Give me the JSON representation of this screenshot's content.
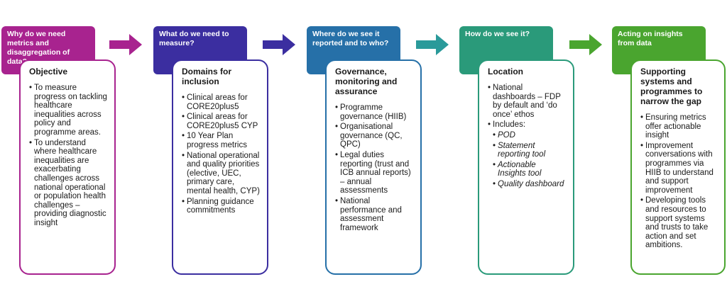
{
  "colors": {
    "c1": "#a8238f",
    "c2": "#3b2ea0",
    "c3": "#2670a8",
    "c4": "#2a9a7a",
    "c5": "#4aa52f"
  },
  "columns": [
    {
      "header": "Why do we need metrics and disaggregation of data?",
      "title": "Objective",
      "items": [
        {
          "text": "To measure progress on tackling healthcare inequalities across policy and programme areas."
        },
        {
          "text": "To understand where healthcare inequalities are exacerbating challenges across national operational or population health challenges – providing diagnostic insight"
        }
      ]
    },
    {
      "header": "What do we need to measure?",
      "title": "Domains for inclusion",
      "items": [
        {
          "text": "Clinical areas for CORE20plus5"
        },
        {
          "text": "Clinical areas for CORE20plus5 CYP"
        },
        {
          "text": "10 Year Plan progress metrics"
        },
        {
          "text": "National operational and quality priorities (elective, UEC, primary care, mental health, CYP)"
        },
        {
          "text": "Planning guidance commitments"
        }
      ]
    },
    {
      "header": "Where do we see it reported and to who?",
      "title": "Governance, monitoring and assurance",
      "items": [
        {
          "text": "Programme governance (HIIB)"
        },
        {
          "text": "Organisational governance (QC, QPC)"
        },
        {
          "text": "Legal duties reporting (trust and ICB annual reports) – annual assessments"
        },
        {
          "text": "National performance and assessment framework"
        }
      ]
    },
    {
      "header": "How do we see it?",
      "title": "Location",
      "items": [
        {
          "text": "National dashboards – FDP by default and ‘do once’ ethos"
        },
        {
          "text": "Includes:"
        },
        {
          "text": "POD",
          "sub": true
        },
        {
          "text": "Statement reporting tool",
          "sub": true
        },
        {
          "text": "Actionable Insights tool",
          "sub": true
        },
        {
          "text": "Quality dashboard",
          "sub": true
        }
      ]
    },
    {
      "header": "Acting on insights from data",
      "title": "Supporting systems and programmes to narrow the gap",
      "items": [
        {
          "text": "Ensuring metrics offer actionable insight"
        },
        {
          "text": "Improvement conversations with programmes via HIIB to understand and support improvement"
        },
        {
          "text": "Developing tools and resources to support systems and trusts to take action and set ambitions."
        }
      ]
    }
  ]
}
